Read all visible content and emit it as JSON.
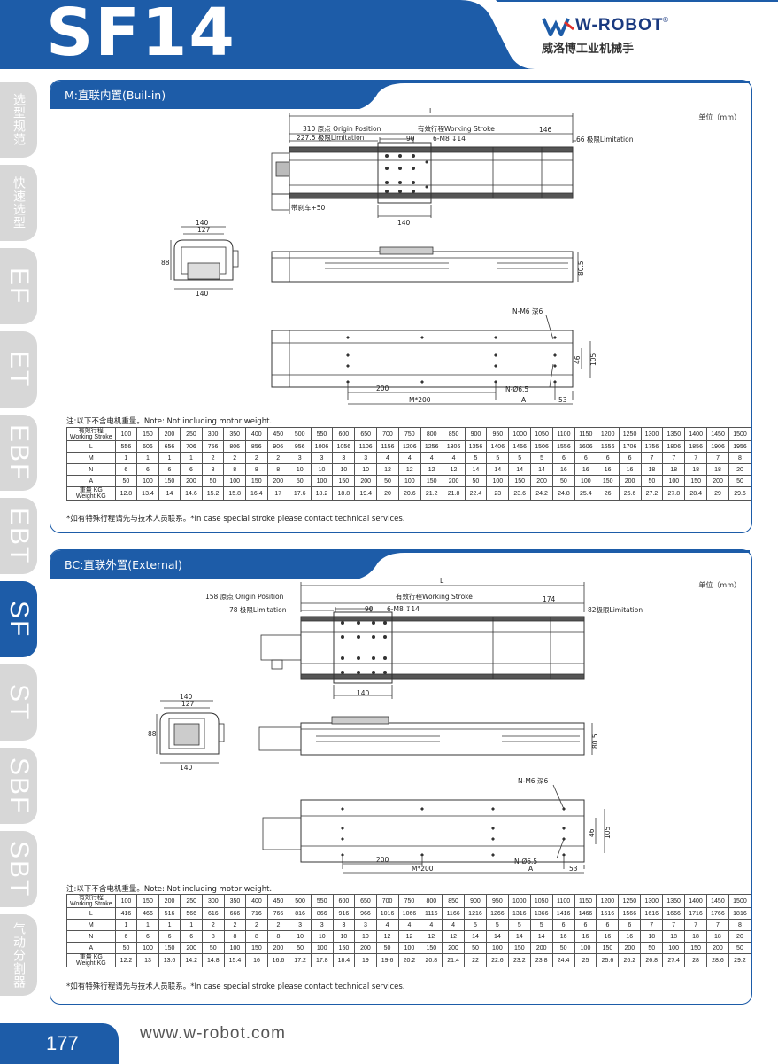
{
  "header": {
    "title": "SF14",
    "logo_en": "W-ROBOT",
    "logo_reg": "®",
    "logo_cn": "威洛博工业机械手"
  },
  "colors": {
    "brand_blue": "#1d5ca8",
    "tab_grey": "#d7d7d7"
  },
  "side_tabs": [
    {
      "label": "选型规范"
    },
    {
      "label": "快速选型"
    },
    {
      "label": "EF"
    },
    {
      "label": "ET"
    },
    {
      "label": "EBF"
    },
    {
      "label": "EBT"
    },
    {
      "label": "SF",
      "active": true
    },
    {
      "label": "ST"
    },
    {
      "label": "SBF"
    },
    {
      "label": "SBT"
    },
    {
      "label": "气动分割器"
    }
  ],
  "sections": [
    {
      "title": "M:直联内置(Buil-in)",
      "unit": "单位（mm）",
      "labels": {
        "L": "L",
        "origin": "310 原点 Origin Position",
        "limit_left": "227.5 极限Limitation",
        "stroke": "有效行程Working Stroke",
        "dim_right": "146",
        "limit_right": "66 极限Limitation",
        "d90": "90",
        "thread": "6-M8 ↧14",
        "brake": "带刹车+50",
        "d140_bottom": "140",
        "d140_top": "140",
        "d127": "127",
        "d88": "88",
        "d140_side": "140",
        "h80_5": "80.5",
        "n_m6": "N-M6 深6",
        "d46": "46",
        "d105": "105",
        "d200": "200",
        "n_hole": "N-Ø6.5",
        "m200": "M*200",
        "dim_a": "A",
        "d53": "53"
      },
      "note": "注:以下不含电机重量。Note: Not including motor weight.",
      "table": {
        "headers": [
          "有效行程\nWorking Stroke",
          "100",
          "150",
          "200",
          "250",
          "300",
          "350",
          "400",
          "450",
          "500",
          "550",
          "600",
          "650",
          "700",
          "750",
          "800",
          "850",
          "900",
          "950",
          "1000",
          "1050",
          "1100",
          "1150",
          "1200",
          "1250",
          "1300",
          "1350",
          "1400",
          "1450",
          "1500"
        ],
        "rows": [
          {
            "label": "L",
            "values": [
              "556",
              "606",
              "656",
              "706",
              "756",
              "806",
              "856",
              "906",
              "956",
              "1006",
              "1056",
              "1106",
              "1156",
              "1206",
              "1256",
              "1306",
              "1356",
              "1406",
              "1456",
              "1506",
              "1556",
              "1606",
              "1656",
              "1706",
              "1756",
              "1806",
              "1856",
              "1906",
              "1956"
            ]
          },
          {
            "label": "M",
            "values": [
              "1",
              "1",
              "1",
              "1",
              "2",
              "2",
              "2",
              "2",
              "3",
              "3",
              "3",
              "3",
              "4",
              "4",
              "4",
              "4",
              "5",
              "5",
              "5",
              "5",
              "6",
              "6",
              "6",
              "6",
              "7",
              "7",
              "7",
              "7",
              "8"
            ]
          },
          {
            "label": "N",
            "values": [
              "6",
              "6",
              "6",
              "6",
              "8",
              "8",
              "8",
              "8",
              "10",
              "10",
              "10",
              "10",
              "12",
              "12",
              "12",
              "12",
              "14",
              "14",
              "14",
              "14",
              "16",
              "16",
              "16",
              "16",
              "18",
              "18",
              "18",
              "18",
              "20"
            ]
          },
          {
            "label": "A",
            "values": [
              "50",
              "100",
              "150",
              "200",
              "50",
              "100",
              "150",
              "200",
              "50",
              "100",
              "150",
              "200",
              "50",
              "100",
              "150",
              "200",
              "50",
              "100",
              "150",
              "200",
              "50",
              "100",
              "150",
              "200",
              "50",
              "100",
              "150",
              "200",
              "50"
            ]
          },
          {
            "label": "重量 KG\nWeight KG",
            "values": [
              "12.8",
              "13.4",
              "14",
              "14.6",
              "15.2",
              "15.8",
              "16.4",
              "17",
              "17.6",
              "18.2",
              "18.8",
              "19.4",
              "20",
              "20.6",
              "21.2",
              "21.8",
              "22.4",
              "23",
              "23.6",
              "24.2",
              "24.8",
              "25.4",
              "26",
              "26.6",
              "27.2",
              "27.8",
              "28.4",
              "29",
              "29.6"
            ]
          }
        ]
      },
      "footnote": "*如有特殊行程请先与技术人员联系。*In case special stroke please contact technical services."
    },
    {
      "title": "BC:直联外置(External)",
      "unit": "单位（mm）",
      "labels": {
        "L": "L",
        "origin": "158 原点 Origin Position",
        "limit_left": "78 极限Limitation",
        "stroke": "有效行程Working Stroke",
        "dim_right": "174",
        "limit_right": "82极限Limitation",
        "d90": "90",
        "thread": "6-M8 ↧14",
        "brake": "",
        "d140_bottom": "140",
        "d140_top": "140",
        "d127": "127",
        "d88": "88",
        "d140_side": "140",
        "h80_5": "80.5",
        "n_m6": "N-M6 深6",
        "d46": "46",
        "d105": "105",
        "d200": "200",
        "n_hole": "N-Ø6.5",
        "m200": "M*200",
        "dim_a": "A",
        "d53": "53"
      },
      "note": "注:以下不含电机重量。Note: Not including motor weight.",
      "table": {
        "headers": [
          "有效行程\nWorking Stroke",
          "100",
          "150",
          "200",
          "250",
          "300",
          "350",
          "400",
          "450",
          "500",
          "550",
          "600",
          "650",
          "700",
          "750",
          "800",
          "850",
          "900",
          "950",
          "1000",
          "1050",
          "1100",
          "1150",
          "1200",
          "1250",
          "1300",
          "1350",
          "1400",
          "1450",
          "1500"
        ],
        "rows": [
          {
            "label": "L",
            "values": [
              "416",
              "466",
              "516",
              "566",
              "616",
              "666",
              "716",
              "766",
              "816",
              "866",
              "916",
              "966",
              "1016",
              "1066",
              "1116",
              "1166",
              "1216",
              "1266",
              "1316",
              "1366",
              "1416",
              "1466",
              "1516",
              "1566",
              "1616",
              "1666",
              "1716",
              "1766",
              "1816"
            ]
          },
          {
            "label": "M",
            "values": [
              "1",
              "1",
              "1",
              "1",
              "2",
              "2",
              "2",
              "2",
              "3",
              "3",
              "3",
              "3",
              "4",
              "4",
              "4",
              "4",
              "5",
              "5",
              "5",
              "5",
              "6",
              "6",
              "6",
              "6",
              "7",
              "7",
              "7",
              "7",
              "8"
            ]
          },
          {
            "label": "N",
            "values": [
              "6",
              "6",
              "6",
              "6",
              "8",
              "8",
              "8",
              "8",
              "10",
              "10",
              "10",
              "10",
              "12",
              "12",
              "12",
              "12",
              "14",
              "14",
              "14",
              "14",
              "16",
              "16",
              "16",
              "16",
              "18",
              "18",
              "18",
              "18",
              "20"
            ]
          },
          {
            "label": "A",
            "values": [
              "50",
              "100",
              "150",
              "200",
              "50",
              "100",
              "150",
              "200",
              "50",
              "100",
              "150",
              "200",
              "50",
              "100",
              "150",
              "200",
              "50",
              "100",
              "150",
              "200",
              "50",
              "100",
              "150",
              "200",
              "50",
              "100",
              "150",
              "200",
              "50"
            ]
          },
          {
            "label": "重量 KG\nWeight KG",
            "values": [
              "12.2",
              "13",
              "13.6",
              "14.2",
              "14.8",
              "15.4",
              "16",
              "16.6",
              "17.2",
              "17.8",
              "18.4",
              "19",
              "19.6",
              "20.2",
              "20.8",
              "21.4",
              "22",
              "22.6",
              "23.2",
              "23.8",
              "24.4",
              "25",
              "25.6",
              "26.2",
              "26.8",
              "27.4",
              "28",
              "28.6",
              "29.2"
            ]
          }
        ]
      },
      "footnote": "*如有特殊行程请先与技术人员联系。*In case special stroke please contact technical services."
    }
  ],
  "footer": {
    "page": "177",
    "website": "www.w-robot.com"
  }
}
